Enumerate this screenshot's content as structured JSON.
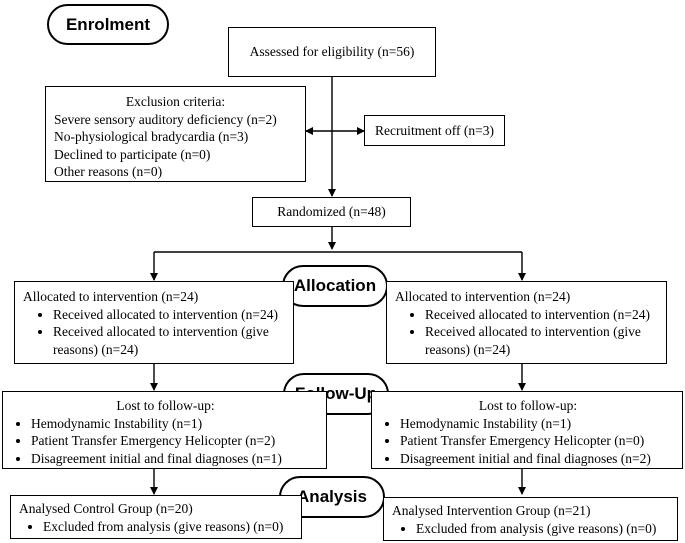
{
  "stages": {
    "enrolment": "Enrolment",
    "allocation": "Allocation",
    "followup": "Follow-Up",
    "analysis": "Analysis"
  },
  "assessed": "Assessed for eligibility (n=56)",
  "exclusion": {
    "title": "Exclusion criteria:",
    "items": [
      "Severe sensory auditory deficiency (n=2)",
      "No-physiological bradycardia (n=3)",
      "Declined to participate (n=0)",
      "Other reasons (n=0)"
    ]
  },
  "recruitment_off": "Recruitment off (n=3)",
  "randomized": "Randomized (n=48)",
  "allocation": {
    "left": {
      "title": "Allocated to intervention (n=24)",
      "items": [
        "Received allocated to intervention (n=24)",
        "Received allocated to intervention (give reasons) (n=24)"
      ]
    },
    "right": {
      "title": "Allocated to intervention (n=24)",
      "items": [
        "Received allocated to intervention (n=24)",
        "Received allocated to intervention (give reasons) (n=24)"
      ]
    }
  },
  "followup": {
    "left": {
      "title": "Lost to follow-up:",
      "items": [
        "Hemodynamic Instability (n=1)",
        "Patient Transfer Emergency Helicopter (n=2)",
        "Disagreement initial and final diagnoses (n=1)"
      ]
    },
    "right": {
      "title": "Lost to follow-up:",
      "items": [
        "Hemodynamic Instability (n=1)",
        "Patient Transfer Emergency Helicopter (n=0)",
        "Disagreement initial and final diagnoses (n=2)"
      ]
    }
  },
  "analysis": {
    "left": {
      "title": "Analysed Control Group (n=20)",
      "items": [
        "Excluded from analysis (give reasons) (n=0)"
      ]
    },
    "right": {
      "title": "Analysed Intervention Group (n=21)",
      "items": [
        "Excluded from analysis (give reasons) (n=0)"
      ]
    }
  }
}
